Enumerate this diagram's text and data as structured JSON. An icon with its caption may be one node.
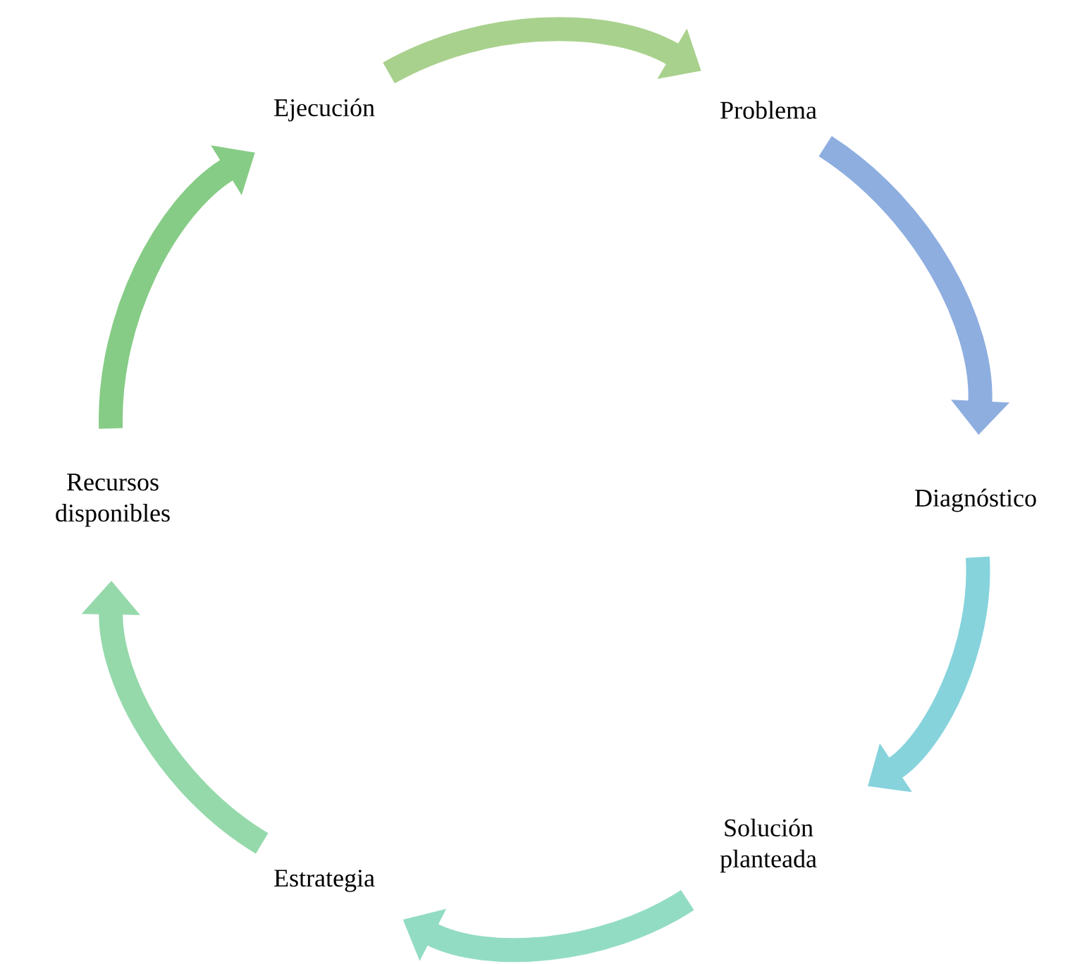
{
  "diagram": {
    "nodes": [
      {
        "text": [
          "Ejecución"
        ]
      },
      {
        "text": [
          "Problema"
        ]
      },
      {
        "text": [
          "Diagnóstico"
        ]
      },
      {
        "text": [
          "Solución planteada"
        ]
      },
      {
        "text": [
          "Estrategia"
        ]
      },
      {
        "text": [
          "Recursos disponibles"
        ]
      }
    ],
    "edges": [
      {
        "from": 0,
        "to": 1,
        "arrow": "to",
        "color": "#a9d18e"
      },
      {
        "from": 1,
        "to": 2,
        "arrow": "to",
        "color": "#8eaee0"
      },
      {
        "from": 2,
        "to": 3,
        "arrow": "to",
        "color": "#86d3dc"
      },
      {
        "from": 3,
        "to": 4,
        "arrow": "to",
        "color": "#93dcc4"
      },
      {
        "from": 4,
        "to": 5,
        "arrow": "to",
        "color": "#95d9ab"
      },
      {
        "from": 5,
        "to": 0,
        "arrow": "to",
        "color": "#86cc86"
      }
    ]
  }
}
